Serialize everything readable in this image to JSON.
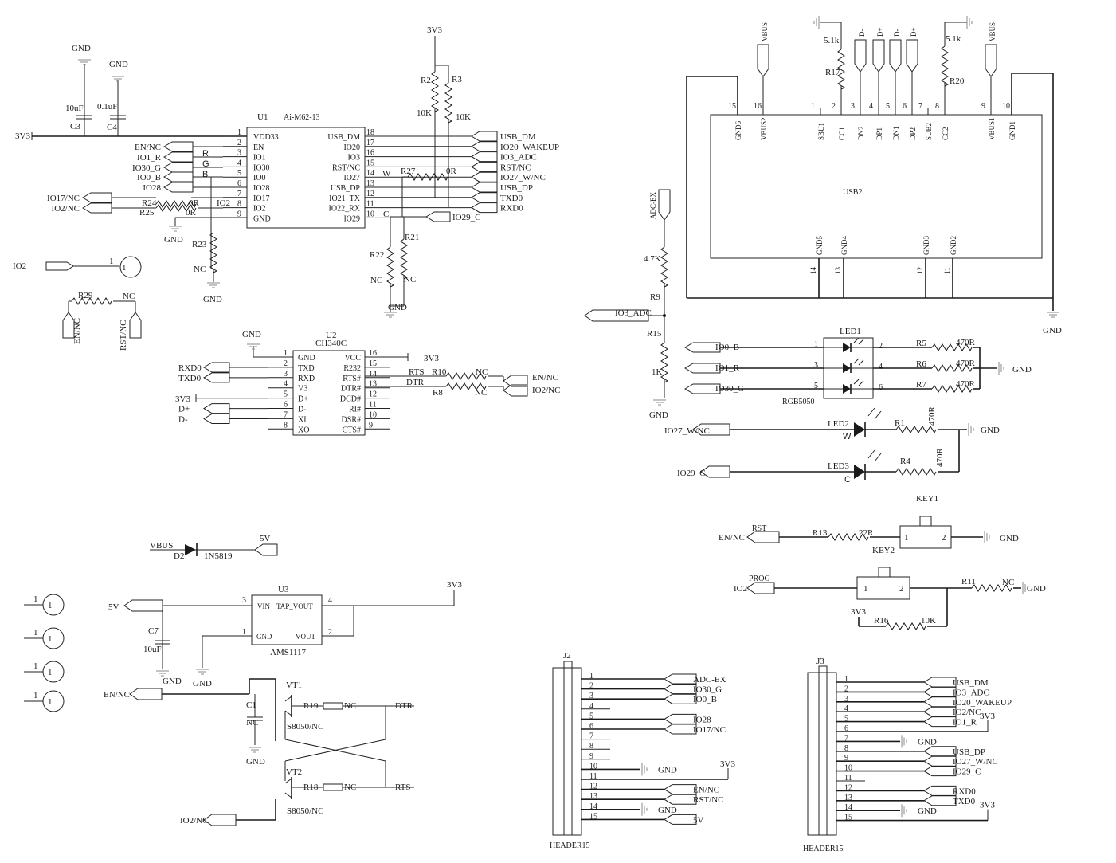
{
  "u1": {
    "ref": "U1",
    "part": "Ai-M62-13",
    "left_pins": [
      {
        "num": "1",
        "name": "VDD33"
      },
      {
        "num": "2",
        "name": "EN"
      },
      {
        "num": "3",
        "name": "IO1"
      },
      {
        "num": "4",
        "name": "IO30"
      },
      {
        "num": "5",
        "name": "IO0"
      },
      {
        "num": "6",
        "name": "IO28"
      },
      {
        "num": "7",
        "name": "IO17"
      },
      {
        "num": "8",
        "name": "IO2"
      },
      {
        "num": "9",
        "name": "GND"
      }
    ],
    "right_pins": [
      {
        "num": "18",
        "name": "USB_DM"
      },
      {
        "num": "17",
        "name": "IO20"
      },
      {
        "num": "16",
        "name": "IO3"
      },
      {
        "num": "15",
        "name": "RST/NC"
      },
      {
        "num": "14",
        "name": "IO27"
      },
      {
        "num": "13",
        "name": "USB_DP"
      },
      {
        "num": "12",
        "name": "IO21_TX"
      },
      {
        "num": "11",
        "name": "IO22_RX"
      },
      {
        "num": "10",
        "name": "IO29"
      }
    ],
    "left_nets": [
      "EN/NC",
      "IO1_R",
      "IO30_G",
      "IO0_B",
      "IO28",
      "IO17/NC",
      "IO2/NC"
    ],
    "color_marks": [
      "R",
      "G",
      "B"
    ],
    "right_nets": [
      "USB_DM",
      "IO20_WAKEUP",
      "IO3_ADC",
      "RST/NC",
      "IO27_W/NC",
      "USB_DP",
      "TXD0",
      "RXD0",
      "IO29_C"
    ],
    "pin14_mark": "W",
    "pin10_mark": "C",
    "pin8_mark": "IO2"
  },
  "top_left": {
    "power_3v3": "3V3",
    "gnd": "GND",
    "c3": {
      "ref": "C3",
      "value": "10uF"
    },
    "c4": {
      "ref": "C4",
      "value": "0.1uF"
    }
  },
  "r24": {
    "ref": "R24",
    "value": "0R"
  },
  "r25": {
    "ref": "R25",
    "value": "0R"
  },
  "r23": {
    "ref": "R23",
    "value": "NC"
  },
  "pullups": {
    "supply": "3V3",
    "r2": {
      "ref": "R2",
      "value": "10K"
    },
    "r3": {
      "ref": "R3",
      "value": "10K"
    },
    "r27": {
      "ref": "R27",
      "value": "0R"
    },
    "r21": {
      "ref": "R21",
      "value": "NC"
    },
    "r22": {
      "ref": "R22",
      "value": "NC"
    }
  },
  "io2_tp": {
    "net": "IO2",
    "pin": "1"
  },
  "r29": {
    "ref": "R29",
    "value": "NC",
    "net_a": "EN/NC",
    "net_b": "RST/NC"
  },
  "u2": {
    "ref": "U2",
    "part": "CH340C",
    "left_pins": [
      {
        "num": "1",
        "name": "GND"
      },
      {
        "num": "2",
        "name": "TXD"
      },
      {
        "num": "3",
        "name": "RXD"
      },
      {
        "num": "4",
        "name": "V3"
      },
      {
        "num": "5",
        "name": "D+"
      },
      {
        "num": "6",
        "name": "D-"
      },
      {
        "num": "7",
        "name": "XI"
      },
      {
        "num": "8",
        "name": "XO"
      }
    ],
    "right_pins": [
      {
        "num": "16",
        "name": "VCC"
      },
      {
        "num": "15",
        "name": "R232"
      },
      {
        "num": "14",
        "name": "RTS#"
      },
      {
        "num": "13",
        "name": "DTR#"
      },
      {
        "num": "12",
        "name": "DCD#"
      },
      {
        "num": "11",
        "name": "RI#"
      },
      {
        "num": "10",
        "name": "DSR#"
      },
      {
        "num": "9",
        "name": "CTS#"
      }
    ],
    "left_nets": [
      "RXD0",
      "TXD0",
      "3V3",
      "D+",
      "D-"
    ],
    "gnd": "GND",
    "vcc_net": "3V3",
    "rts": "RTS",
    "dtr": "DTR",
    "r10": {
      "ref": "R10",
      "value": "NC",
      "net": "EN/NC"
    },
    "r8": {
      "ref": "R8",
      "value": "NC",
      "net": "IO2/NC"
    }
  },
  "d2": {
    "ref": "D2",
    "part": "1N5819",
    "in_net": "VBUS",
    "out_net": "5V"
  },
  "u3": {
    "ref": "U3",
    "part": "AMS1117",
    "pins": [
      {
        "num": "3",
        "name": "VIN"
      },
      {
        "num": "1",
        "name": "GND"
      },
      {
        "num": "4",
        "name": "TAP_VOUT"
      },
      {
        "num": "2",
        "name": "VOUT"
      }
    ],
    "in_net": "5V",
    "out_net": "3V3",
    "gnd": "GND",
    "c7": {
      "ref": "C7",
      "value": "10uF"
    }
  },
  "test_points": [
    {
      "pin": "1"
    },
    {
      "pin": "1"
    },
    {
      "pin": "1"
    },
    {
      "pin": "1"
    }
  ],
  "autoreset": {
    "en_net": "EN/NC",
    "io2_net": "IO2/NC",
    "c1": {
      "ref": "C1",
      "value": "NC"
    },
    "vt1": {
      "ref": "VT1",
      "part": "S8050/NC"
    },
    "vt2": {
      "ref": "VT2",
      "part": "S8050/NC"
    },
    "r19": {
      "ref": "R19",
      "value": "NC"
    },
    "r18": {
      "ref": "R18",
      "value": "NC"
    },
    "dtr": "DTR",
    "rts": "RTS",
    "gnd": "GND"
  },
  "usb2": {
    "ref": "USB2",
    "top_pins": [
      {
        "num": "15",
        "name": "GND6"
      },
      {
        "num": "16",
        "name": "VBUS2"
      },
      {
        "num": "1",
        "name": "SBU1"
      },
      {
        "num": "2",
        "name": "CC1"
      },
      {
        "num": "3",
        "name": "DN2"
      },
      {
        "num": "4",
        "name": "DP1"
      },
      {
        "num": "5",
        "name": "DN1"
      },
      {
        "num": "6",
        "name": "DP2"
      },
      {
        "num": "7",
        "name": "SUB2"
      },
      {
        "num": "8",
        "name": "CC2"
      },
      {
        "num": "9",
        "name": "VBUS1"
      },
      {
        "num": "10",
        "name": "GND1"
      }
    ],
    "bottom_pins": [
      {
        "num": "14",
        "name": "GND5"
      },
      {
        "num": "13",
        "name": "GND4"
      },
      {
        "num": "12",
        "name": "GND3"
      },
      {
        "num": "11",
        "name": "GND2"
      }
    ],
    "r17": {
      "ref": "R17",
      "value": "5.1k"
    },
    "r20": {
      "ref": "R20",
      "value": "5.1k"
    },
    "vbus": "VBUS",
    "data_nets": [
      "D-",
      "D+",
      "D-",
      "D+"
    ],
    "gnd": "GND"
  },
  "adc": {
    "net": "ADC-EX",
    "io_net": "IO3_ADC",
    "r9": {
      "ref": "R9",
      "value": "4.7K"
    },
    "r15": {
      "ref": "R15",
      "value": "1K"
    },
    "gnd": "GND"
  },
  "led1": {
    "ref": "LED1",
    "part": "RGB5050",
    "nets": [
      "IO0_B",
      "IO1_R",
      "IO30_G"
    ],
    "left_pins": [
      "1",
      "3",
      "5"
    ],
    "right_pins": [
      "2",
      "4",
      "6"
    ],
    "resistors": [
      {
        "ref": "R5",
        "value": "470R"
      },
      {
        "ref": "R6",
        "value": "470R"
      },
      {
        "ref": "R7",
        "value": "470R"
      }
    ],
    "gnd": "GND"
  },
  "led2": {
    "ref": "LED2",
    "mark": "W",
    "net": "IO27_W/NC",
    "r": {
      "ref": "R1",
      "value": "470R"
    },
    "gnd": "GND"
  },
  "led3": {
    "ref": "LED3",
    "mark": "C",
    "net": "IO29_C",
    "r": {
      "ref": "R4",
      "value": "470R"
    }
  },
  "key1": {
    "ref": "KEY1",
    "net": "EN/NC",
    "net_label": "RST",
    "r": {
      "ref": "R13",
      "value": "22R"
    },
    "pins": [
      "1",
      "2"
    ],
    "gnd": "GND"
  },
  "key2": {
    "ref": "KEY2",
    "net": "IO2",
    "net_label": "PROG",
    "pins": [
      "1",
      "2"
    ],
    "r11": {
      "ref": "R11",
      "value": "NC"
    },
    "r16": {
      "ref": "R16",
      "value": "10K"
    },
    "supply": "3V3",
    "gnd": "GND"
  },
  "j2": {
    "ref": "J2",
    "part": "HEADER15",
    "pins": [
      "1",
      "2",
      "3",
      "4",
      "5",
      "6",
      "7",
      "8",
      "9",
      "10",
      "11",
      "12",
      "13",
      "14",
      "15"
    ],
    "nets": {
      "1": "ADC-EX",
      "2": "IO30_G",
      "3": "IO0_B",
      "5": "IO28",
      "6": "IO17/NC",
      "10": "GND",
      "11": "3V3",
      "12": "EN/NC",
      "13": "RST/NC",
      "14": "GND",
      "15": "5V"
    }
  },
  "j3": {
    "ref": "J3",
    "part": "HEADER15",
    "pins": [
      "1",
      "2",
      "3",
      "4",
      "5",
      "6",
      "7",
      "8",
      "9",
      "10",
      "11",
      "12",
      "13",
      "14",
      "15"
    ],
    "nets": {
      "1": "USB_DM",
      "2": "IO3_ADC",
      "3": "IO20_WAKEUP",
      "4": "IO2/NC",
      "5": "IO1_R",
      "6": "3V3",
      "7": "GND",
      "8": "USB_DP",
      "9": "IO27_W/NC",
      "10": "IO29_C",
      "12": "RXD0",
      "13": "TXD0",
      "14": "GND",
      "15": "3V3"
    }
  }
}
